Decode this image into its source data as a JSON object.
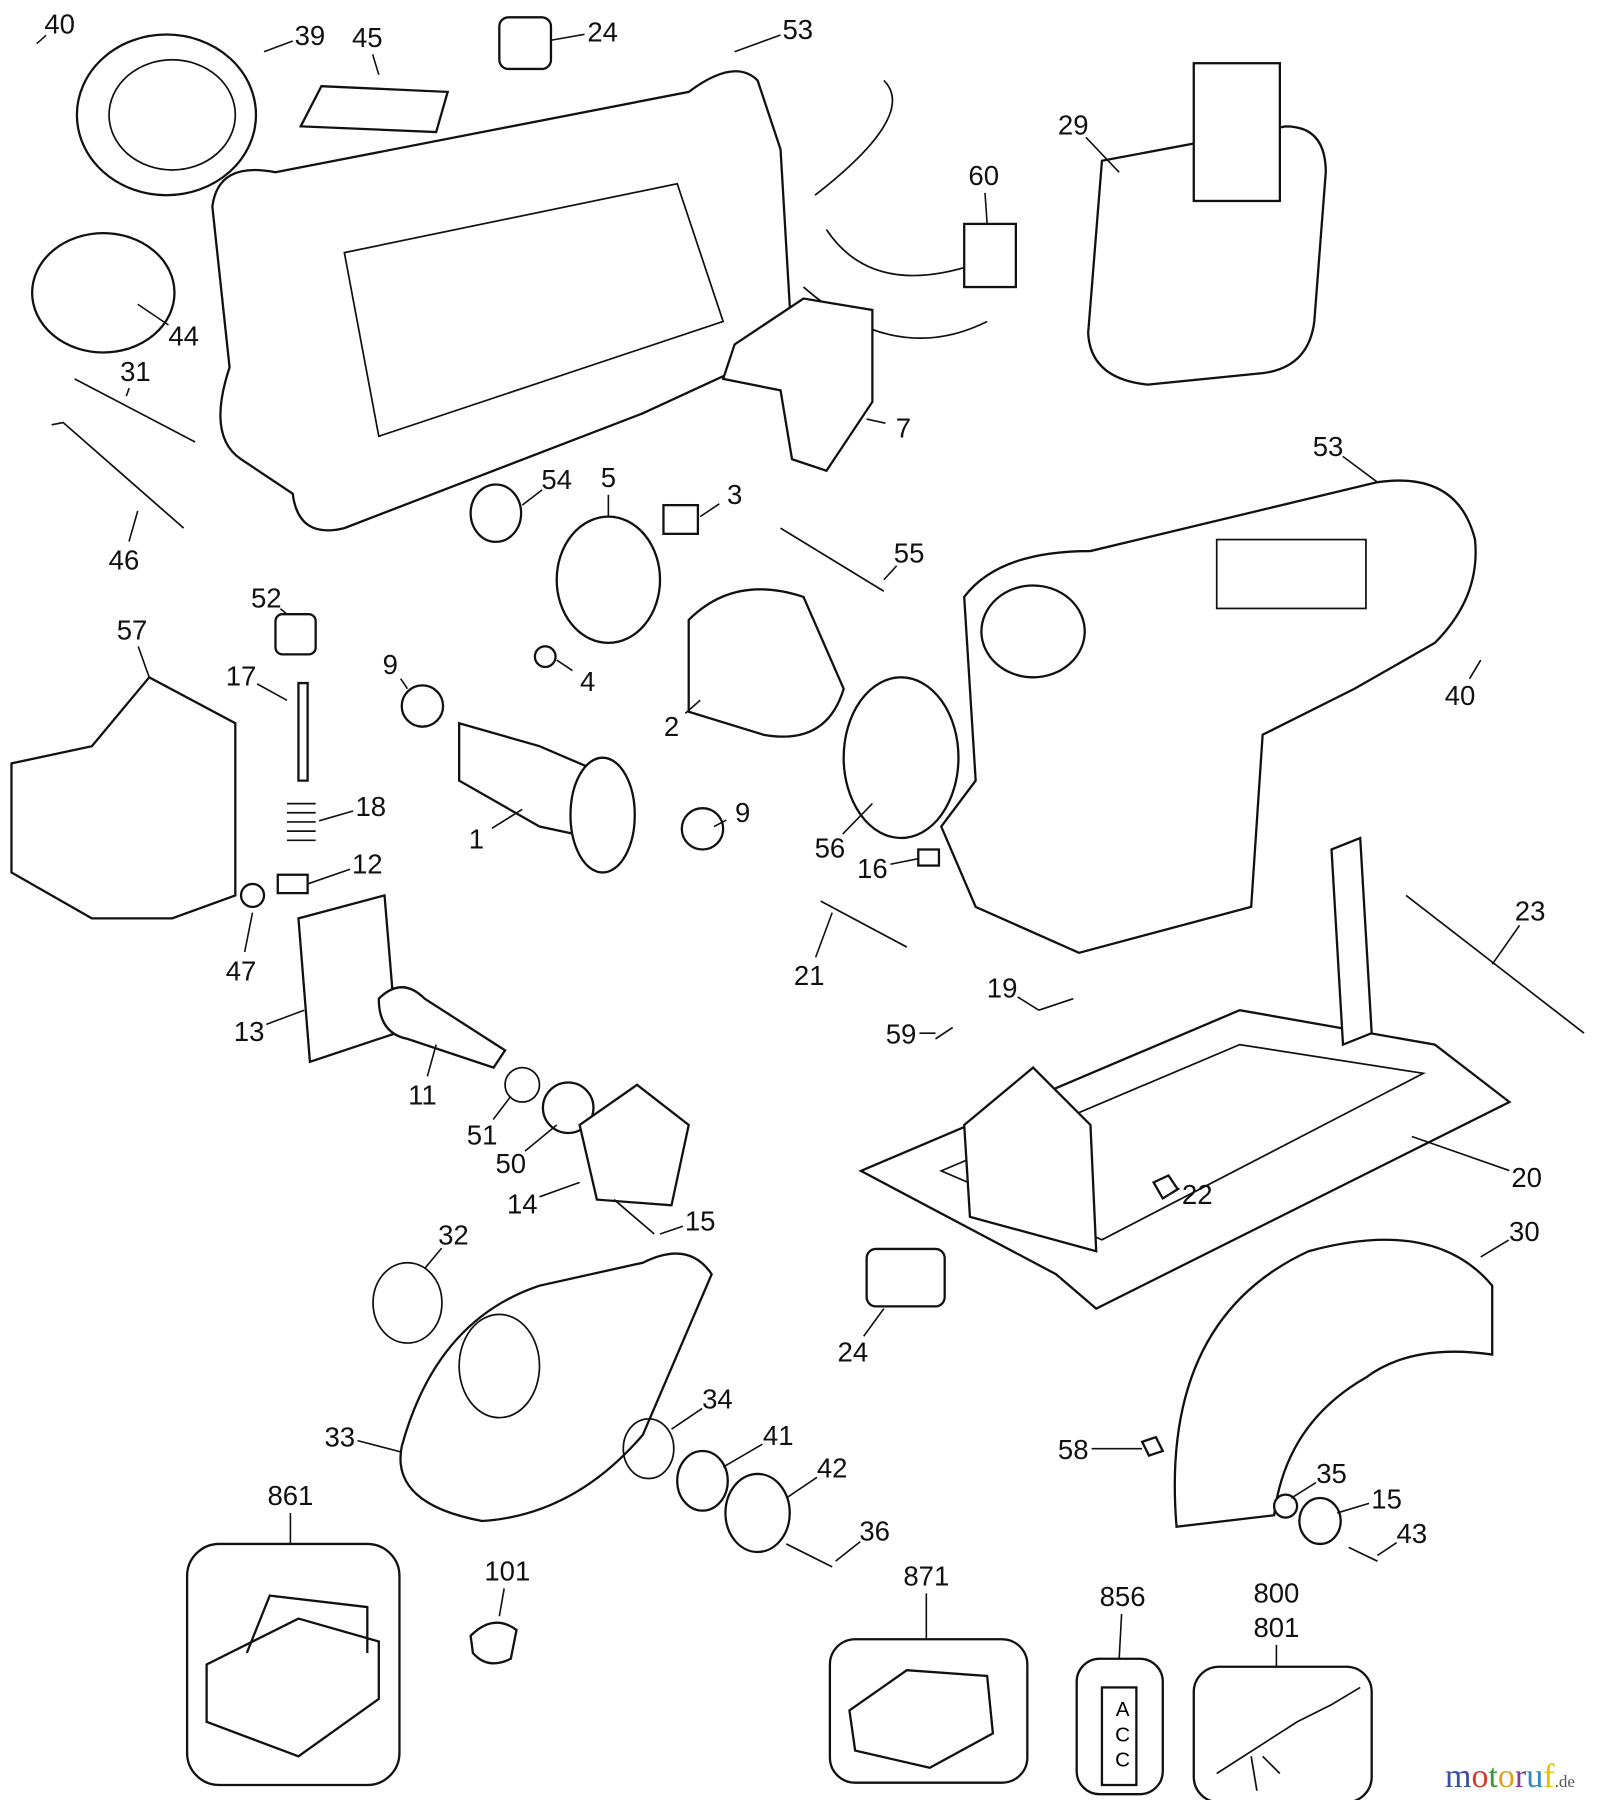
{
  "diagram": {
    "callouts": [
      "40",
      "39",
      "45",
      "24",
      "53",
      "29",
      "60",
      "44",
      "31",
      "7",
      "53",
      "54",
      "5",
      "3",
      "46",
      "55",
      "52",
      "57",
      "17",
      "9",
      "4",
      "2",
      "40",
      "18",
      "1",
      "9",
      "56",
      "16",
      "12",
      "47",
      "21",
      "23",
      "13",
      "19",
      "59",
      "11",
      "51",
      "50",
      "20",
      "22",
      "14",
      "15",
      "32",
      "30",
      "24",
      "33",
      "34",
      "41",
      "42",
      "36",
      "58",
      "35",
      "15",
      "43",
      "861",
      "101",
      "871",
      "856",
      "800",
      "801"
    ],
    "label_card_text": [
      "A",
      "C",
      "C"
    ]
  },
  "watermark": {
    "main": "motoruf",
    "suffix": ".de",
    "colors": [
      "#3b4fa0",
      "#d33b2c",
      "#3a9a3a",
      "#e0a020",
      "#8a3a9a",
      "#2a8ac0",
      "#e6c000"
    ]
  }
}
